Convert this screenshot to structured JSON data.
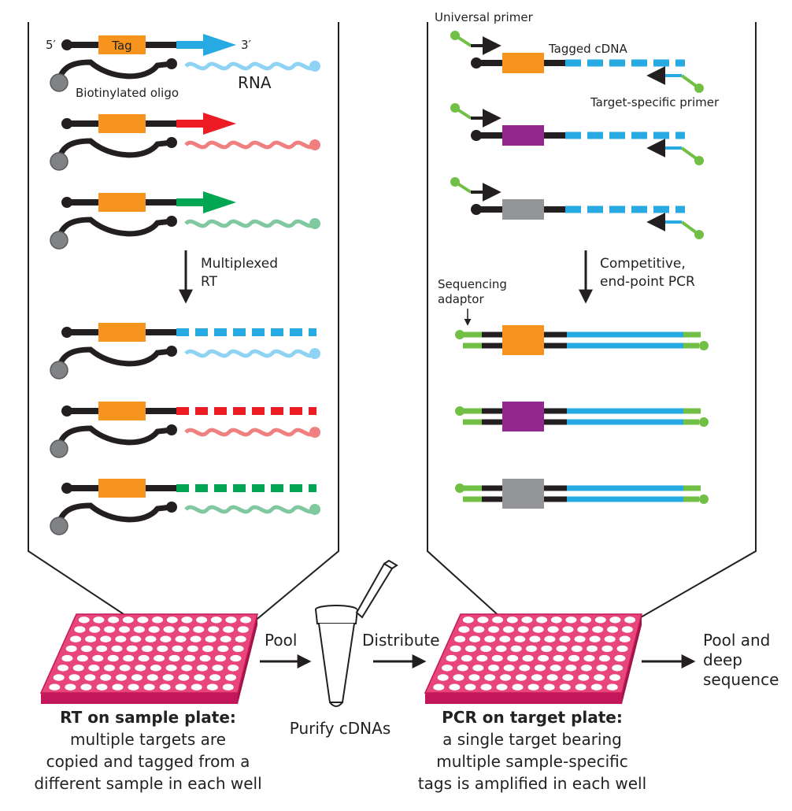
{
  "colors": {
    "black": "#231f20",
    "tag_orange": "#f7941d",
    "tag_purple": "#92278f",
    "tag_gray": "#939598",
    "blue": "#27aae1",
    "red": "#ed1c24",
    "green": "#00a651",
    "rna_blue": "#8fd3f4",
    "rna_red": "#f08080",
    "rna_green": "#7fc8a0",
    "primer_green": "#71bf44",
    "plate_pink": "#e8457a",
    "plate_edge": "#c2185b",
    "bead_gray": "#808285"
  },
  "left_panel": {
    "five_prime": "5′",
    "three_prime": "3′",
    "tag_label": "Tag",
    "rna_label": "RNA",
    "oligo_label": "Biotinylated oligo",
    "step_label_line1": "Multiplexed",
    "step_label_line2": "RT"
  },
  "right_panel": {
    "universal_primer": "Universal primer",
    "tagged_cdna": "Tagged cDNA",
    "target_primer": "Target-specific primer",
    "step_label_line1": "Competitive,",
    "step_label_line2": "end-point PCR",
    "adaptor_line1": "Sequencing",
    "adaptor_line2": "adaptor"
  },
  "bottom": {
    "pool": "Pool",
    "distribute": "Distribute",
    "purify": "Purify cDNAs",
    "pool_seq_line1": "Pool and",
    "pool_seq_line2": "deep",
    "pool_seq_line3": "sequence",
    "rt_title": "RT on sample plate:",
    "rt_line1": "multiple targets are",
    "rt_line2": "copied and tagged from a",
    "rt_line3": "different sample in each well",
    "pcr_title": "PCR on target plate:",
    "pcr_line1": "a single target bearing",
    "pcr_line2": "multiple sample-specific",
    "pcr_line3": "tags is amplified in each well"
  }
}
